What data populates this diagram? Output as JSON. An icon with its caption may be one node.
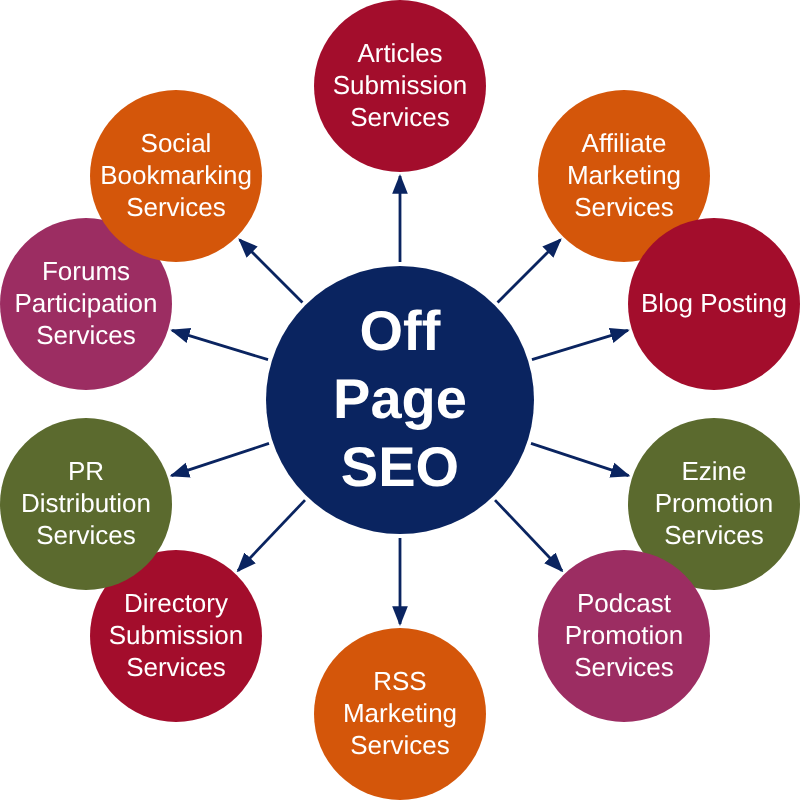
{
  "diagram": {
    "nodes": [
      {
        "text": [
          "Off Page SEO"
        ]
      },
      {
        "text": [
          "Articles Submission Services"
        ]
      },
      {
        "text": [
          "Affiliate Marketing Services"
        ]
      },
      {
        "text": [
          "Blog Posting"
        ]
      },
      {
        "text": [
          "Ezine Promotion Services"
        ]
      },
      {
        "text": [
          "Podcast Promotion Services"
        ]
      },
      {
        "text": [
          "RSS Marketing Services"
        ]
      },
      {
        "text": [
          "Directory Submission Services"
        ]
      },
      {
        "text": [
          "PR Distribution Services"
        ]
      },
      {
        "text": [
          "Forums Participation Services"
        ]
      },
      {
        "text": [
          "Social Bookmarking Services"
        ]
      }
    ],
    "edges": [
      {
        "from": 0,
        "to": 1,
        "arrow": "to"
      },
      {
        "from": 0,
        "to": 2,
        "arrow": "to"
      },
      {
        "from": 0,
        "to": 3,
        "arrow": "to"
      },
      {
        "from": 0,
        "to": 4,
        "arrow": "to"
      },
      {
        "from": 0,
        "to": 5,
        "arrow": "to"
      },
      {
        "from": 0,
        "to": 6,
        "arrow": "to"
      },
      {
        "from": 0,
        "to": 7,
        "arrow": "to"
      },
      {
        "from": 0,
        "to": 8,
        "arrow": "to"
      },
      {
        "from": 0,
        "to": 9,
        "arrow": "to"
      },
      {
        "from": 0,
        "to": 10,
        "arrow": "to"
      }
    ]
  }
}
